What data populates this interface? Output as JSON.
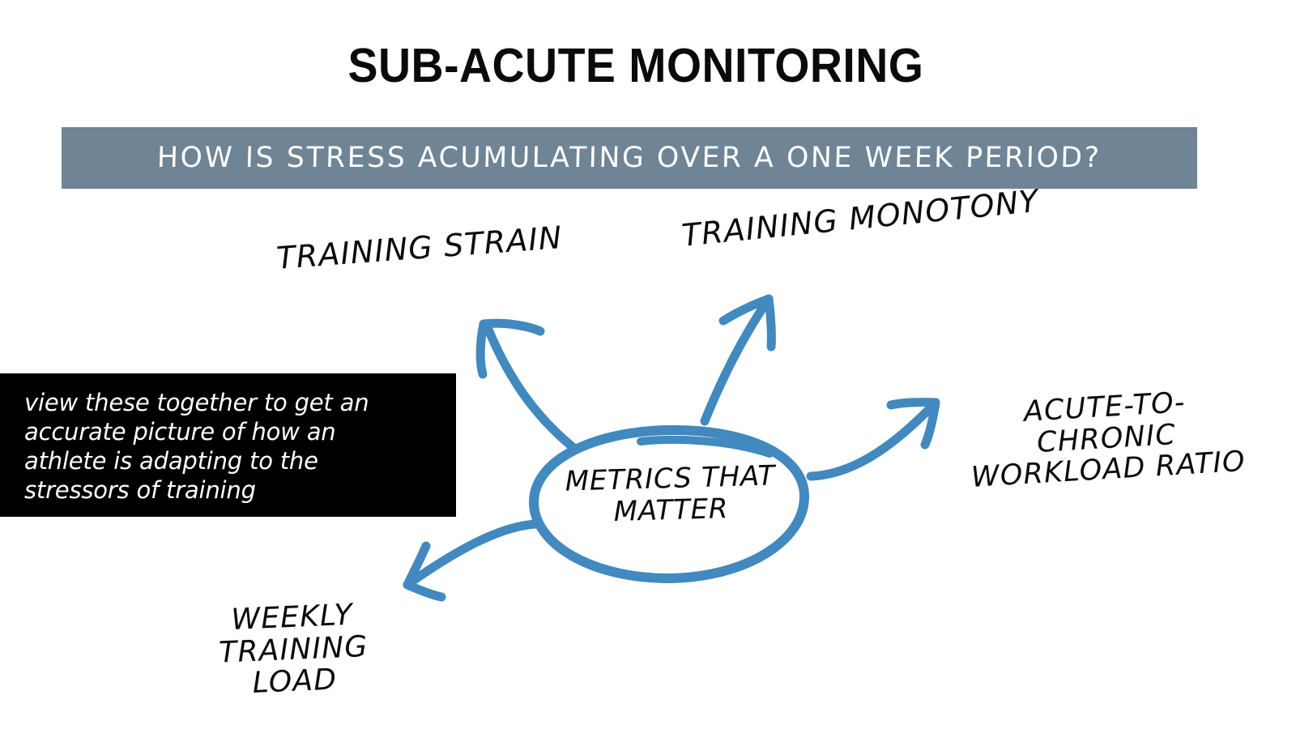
{
  "slide": {
    "title": "SUB-ACUTE MONITORING",
    "subtitle_banner": "HOW IS STRESS ACUMULATING OVER A ONE WEEK PERIOD?",
    "banner_color": "#6f8494",
    "accent_color": "#4189be",
    "text_color": "#0b0b0b",
    "background_color": "#ffffff"
  },
  "callout": {
    "text": "view these together to get an\naccurate picture of how an\nathlete is adapting to the\nstressors of training",
    "background_color": "#000000",
    "text_color": "#ffffff"
  },
  "center_node": {
    "label": "METRICS THAT\nMATTER",
    "shape": "hand-drawn-ellipse",
    "stroke_color": "#4189be"
  },
  "nodes": [
    {
      "id": "training-strain",
      "label": "TRAINING STRAIN",
      "direction": "up-left"
    },
    {
      "id": "training-monotony",
      "label": "TRAINING MONOTONY",
      "direction": "up-right"
    },
    {
      "id": "acwr",
      "label": "ACUTE-TO-CHRONIC\nWORKLOAD RATIO",
      "direction": "right"
    },
    {
      "id": "weekly-training-load",
      "label": "WEEKLY TRAINING\nLOAD",
      "direction": "down-left"
    }
  ],
  "arrows": [
    {
      "id": "arrow-up-left",
      "from": "center_node",
      "to": "training-strain",
      "color": "#4189be"
    },
    {
      "id": "arrow-up-right",
      "from": "center_node",
      "to": "training-monotony",
      "color": "#4189be"
    },
    {
      "id": "arrow-right",
      "from": "center_node",
      "to": "acwr",
      "color": "#4189be"
    },
    {
      "id": "arrow-down-left",
      "from": "center_node",
      "to": "weekly-training-load",
      "color": "#4189be"
    }
  ]
}
